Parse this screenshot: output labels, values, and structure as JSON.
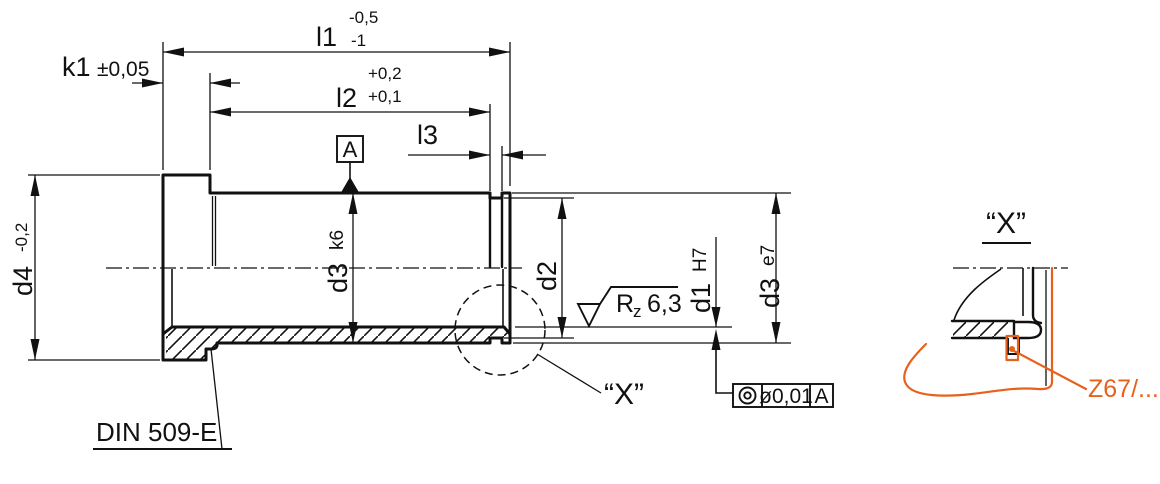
{
  "drawing": {
    "dimensions": {
      "l1": {
        "name": "l1",
        "upper": "-0,5",
        "lower": "-1"
      },
      "k1": {
        "name": "k1",
        "tol": "±0,05"
      },
      "l2": {
        "name": "l2",
        "upper": "+0,2",
        "lower": "+0,1"
      },
      "l3": {
        "name": "l3"
      },
      "d4": {
        "name": "d4",
        "tol": "-0,2"
      },
      "d3_body": {
        "name": "d3",
        "fit": "k6"
      },
      "d2": {
        "name": "d2"
      },
      "d1": {
        "name": "d1",
        "fit": "H7"
      },
      "d3_end": {
        "name": "d3",
        "fit": "e7"
      }
    },
    "surface_finish": {
      "prefix": "R",
      "subscript": "z",
      "value": "6,3"
    },
    "datum": {
      "label": "A"
    },
    "fcf": {
      "symbol": "concentricity",
      "tolerance": "ø0,01",
      "datum_ref": "A"
    },
    "notes": {
      "undercut": "DIN 509-E"
    },
    "detail": {
      "callout": "“X”",
      "title": "“X”",
      "zone": "Z67/..."
    },
    "colors": {
      "ink": "#111111",
      "accent": "#e8611c"
    }
  }
}
